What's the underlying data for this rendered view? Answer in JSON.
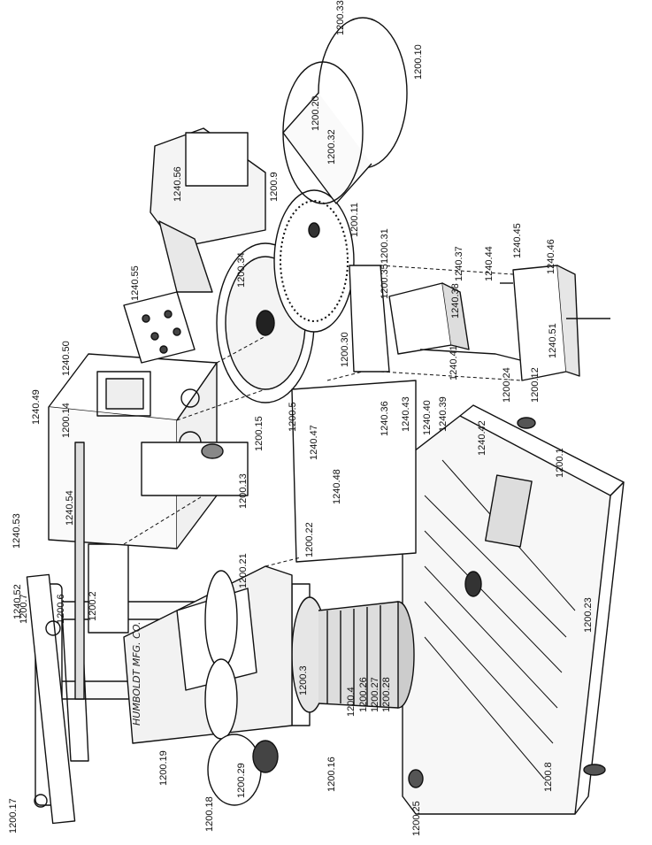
{
  "diagram": {
    "maker_text": "HUMBOLDT MFG. CO.",
    "parts": [
      {
        "id": "1200.1"
      },
      {
        "id": "1200.2"
      },
      {
        "id": "1200.3"
      },
      {
        "id": "1200.4"
      },
      {
        "id": "1200.5"
      },
      {
        "id": "1200.6"
      },
      {
        "id": "1200.7"
      },
      {
        "id": "1200.8"
      },
      {
        "id": "1200.9"
      },
      {
        "id": "1200.10"
      },
      {
        "id": "1200.11"
      },
      {
        "id": "1200.12"
      },
      {
        "id": "1200.13"
      },
      {
        "id": "1200.14"
      },
      {
        "id": "1200.15"
      },
      {
        "id": "1200.16"
      },
      {
        "id": "1200.17"
      },
      {
        "id": "1200.18"
      },
      {
        "id": "1200.19"
      },
      {
        "id": "1200.20"
      },
      {
        "id": "1200.21"
      },
      {
        "id": "1200.22"
      },
      {
        "id": "1200.23"
      },
      {
        "id": "1200.24"
      },
      {
        "id": "1200.25"
      },
      {
        "id": "1200.26"
      },
      {
        "id": "1200.27"
      },
      {
        "id": "1200.28"
      },
      {
        "id": "1200.29"
      },
      {
        "id": "1200.30"
      },
      {
        "id": "1200.31"
      },
      {
        "id": "1200.32"
      },
      {
        "id": "1200.33"
      },
      {
        "id": "1200.34"
      },
      {
        "id": "1200.35"
      },
      {
        "id": "1240.36"
      },
      {
        "id": "1240.37"
      },
      {
        "id": "1240.38"
      },
      {
        "id": "1240.39"
      },
      {
        "id": "1240.40"
      },
      {
        "id": "1240.41"
      },
      {
        "id": "1240.42"
      },
      {
        "id": "1240.43"
      },
      {
        "id": "1240.44"
      },
      {
        "id": "1240.45"
      },
      {
        "id": "1240.46"
      },
      {
        "id": "1240.47"
      },
      {
        "id": "1240.48"
      },
      {
        "id": "1240.49"
      },
      {
        "id": "1240.50"
      },
      {
        "id": "1240.51"
      },
      {
        "id": "1240.52"
      },
      {
        "id": "1240.53"
      },
      {
        "id": "1240.54"
      },
      {
        "id": "1240.55"
      },
      {
        "id": "1240.56"
      }
    ]
  }
}
